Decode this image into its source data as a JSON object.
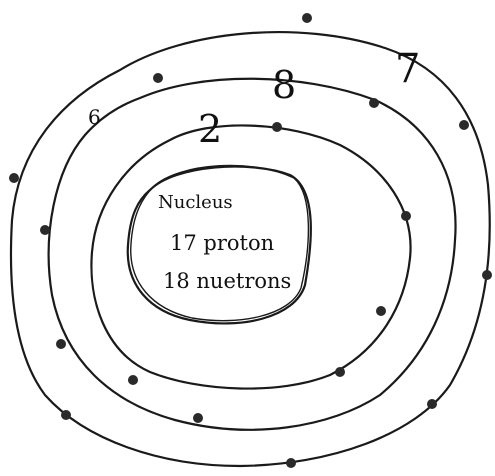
{
  "nucleus": {
    "title": "Nucleus",
    "protons": "17 proton",
    "neutrons": "18 nuetrons"
  },
  "shell_labels": {
    "shell1": "2",
    "shell2": "8",
    "shell3": "7",
    "stray_mark": "6"
  },
  "electron_counts": {
    "shell1": 2,
    "shell2": 8,
    "shell3": 7
  },
  "colors": {
    "ink": "#1a1a1a",
    "paper": "#ffffff"
  }
}
